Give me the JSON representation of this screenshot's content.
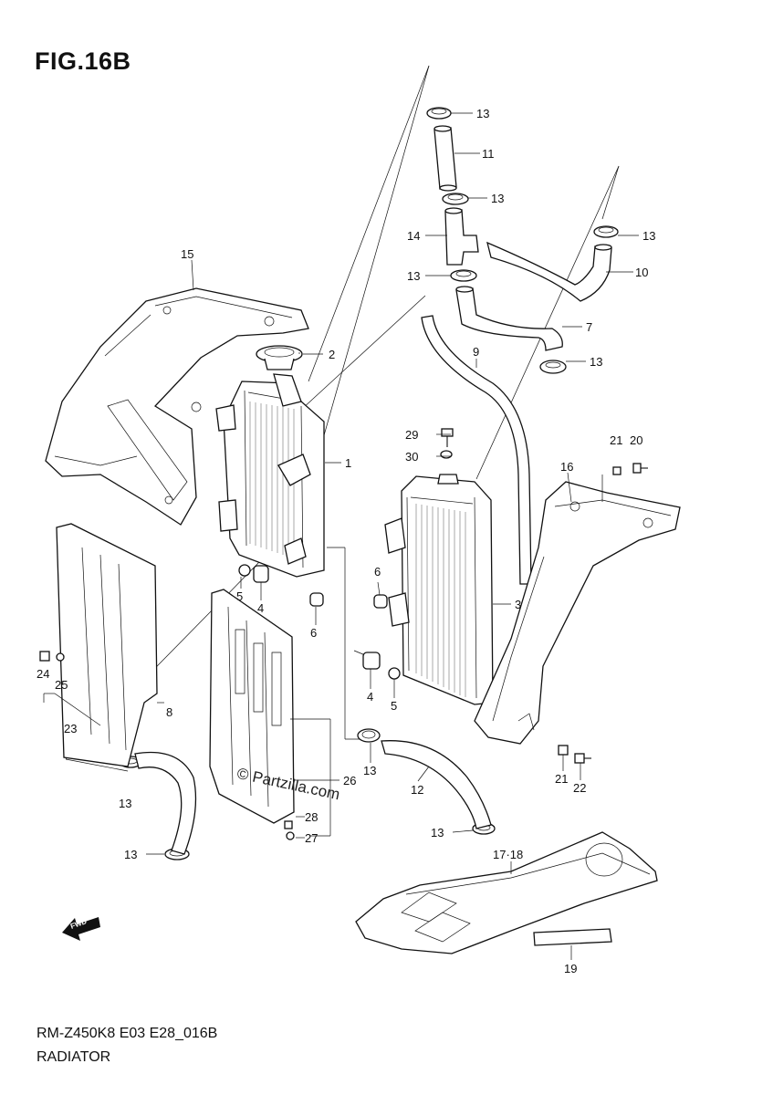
{
  "figure": {
    "title": "FIG.16B",
    "model_code": "RM-Z450K8 E03 E28_016B",
    "section_name": "RADIATOR",
    "watermark": "© Partzilla.com",
    "fwd_label": "FWD"
  },
  "callouts": [
    {
      "id": "c13a",
      "text": "13"
    },
    {
      "id": "c11",
      "text": "11"
    },
    {
      "id": "c13b",
      "text": "13"
    },
    {
      "id": "c14",
      "text": "14"
    },
    {
      "id": "c13c",
      "text": "13"
    },
    {
      "id": "c10",
      "text": "10"
    },
    {
      "id": "c13d",
      "text": "13"
    },
    {
      "id": "c7",
      "text": "7"
    },
    {
      "id": "c13e",
      "text": "13"
    },
    {
      "id": "c15",
      "text": "15"
    },
    {
      "id": "c2",
      "text": "2"
    },
    {
      "id": "c9",
      "text": "9"
    },
    {
      "id": "c1",
      "text": "1"
    },
    {
      "id": "c29",
      "text": "29"
    },
    {
      "id": "c30",
      "text": "30"
    },
    {
      "id": "c21a",
      "text": "21"
    },
    {
      "id": "c20",
      "text": "20"
    },
    {
      "id": "c16",
      "text": "16"
    },
    {
      "id": "c6a",
      "text": "6"
    },
    {
      "id": "c3",
      "text": "3"
    },
    {
      "id": "c5a",
      "text": "5"
    },
    {
      "id": "c4a",
      "text": "4"
    },
    {
      "id": "c6b",
      "text": "6"
    },
    {
      "id": "c4b",
      "text": "4"
    },
    {
      "id": "c5b",
      "text": "5"
    },
    {
      "id": "c24",
      "text": "24"
    },
    {
      "id": "c25",
      "text": "25"
    },
    {
      "id": "c8",
      "text": "8"
    },
    {
      "id": "c23",
      "text": "23"
    },
    {
      "id": "c13f",
      "text": "13"
    },
    {
      "id": "c26",
      "text": "26"
    },
    {
      "id": "c12",
      "text": "12"
    },
    {
      "id": "c21b",
      "text": "21"
    },
    {
      "id": "c22",
      "text": "22"
    },
    {
      "id": "c13g",
      "text": "13"
    },
    {
      "id": "c28",
      "text": "28"
    },
    {
      "id": "c27",
      "text": "27"
    },
    {
      "id": "c13h",
      "text": "13"
    },
    {
      "id": "c13i",
      "text": "13"
    },
    {
      "id": "c17_18",
      "text": "17·18"
    },
    {
      "id": "c19",
      "text": "19"
    }
  ]
}
